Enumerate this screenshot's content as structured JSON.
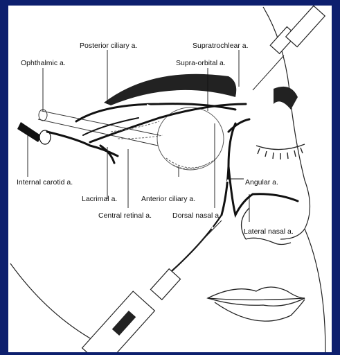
{
  "labels": {
    "ophthalmic": "Ophthalmic a.",
    "posterior_ciliary": "Posterior ciliary a.",
    "supratrochlear": "Supratrochlear a.",
    "supraorbital": "Supra-orbital a.",
    "internal_carotid": "Internal carotid a.",
    "lacrimal": "Lacrimal a.",
    "anterior_ciliary": "Anterior ciliary a.",
    "angular": "Angular a.",
    "central_retinal": "Central retinal a.",
    "dorsal_nasal": "Dorsal nasal a.",
    "lateral_nasal": "Lateral nasal a."
  },
  "colors": {
    "frame": "#0d1f6e",
    "panel": "#ffffff",
    "artery": "#111111"
  },
  "icons": [
    "syringe-top-icon",
    "syringe-bottom-icon",
    "eyebrow-icon",
    "eye-icon",
    "nose-icon",
    "lips-icon"
  ]
}
